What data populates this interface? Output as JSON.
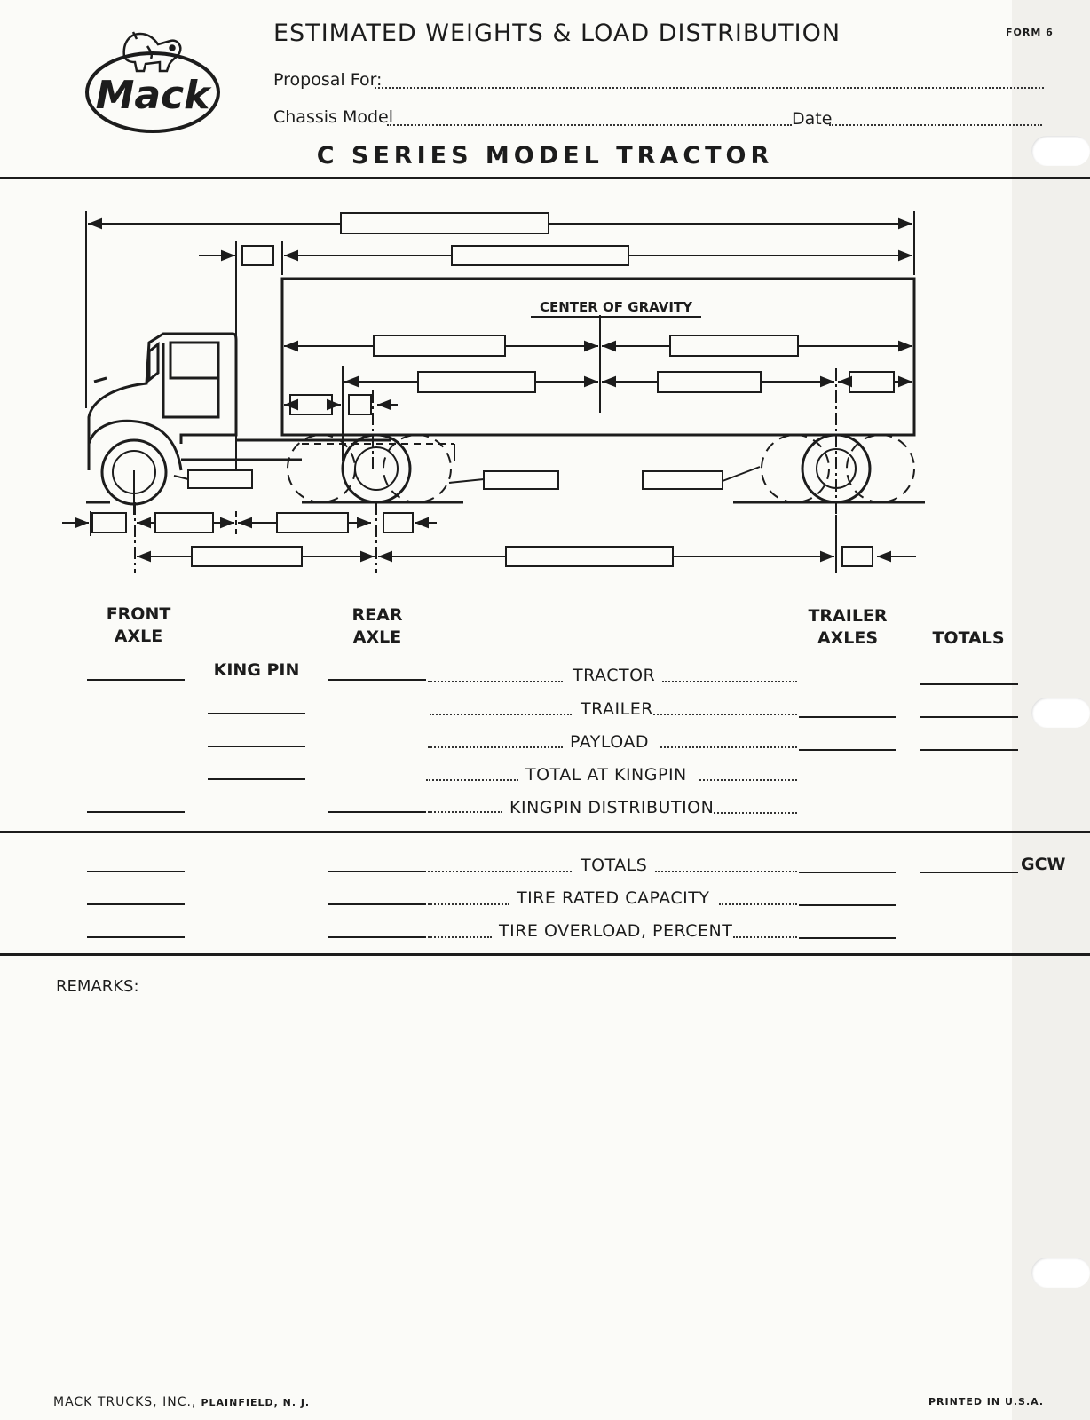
{
  "header": {
    "logo_text": "Mack",
    "title": "ESTIMATED WEIGHTS & LOAD DISTRIBUTION",
    "form_number": "FORM 6",
    "proposal_label": "Proposal For:",
    "chassis_label": "Chassis Model",
    "date_label": "Date"
  },
  "heading": "C SERIES MODEL TRACTOR",
  "diagram": {
    "cg_label": "CENTER OF GRAVITY"
  },
  "columns": {
    "front_axle": "FRONT\nAXLE",
    "king_pin": "KING PIN",
    "rear_axle": "REAR\nAXLE",
    "trailer_axles": "TRAILER\nAXLES",
    "totals": "TOTALS"
  },
  "rows": {
    "tractor": "TRACTOR",
    "trailer": "TRAILER",
    "payload": "PAYLOAD",
    "total_at_kingpin": "TOTAL AT KINGPIN",
    "kingpin_distribution": "KINGPIN DISTRIBUTION",
    "totals": "TOTALS",
    "gcw": "GCW",
    "tire_rated_capacity": "TIRE  RATED  CAPACITY",
    "tire_overload": "TIRE  OVERLOAD,  PERCENT"
  },
  "remarks_label": "REMARKS:",
  "footer": {
    "company": "MACK TRUCKS, INC.,",
    "location": "PLAINFIELD, N. J.",
    "printed": "PRINTED IN U.S.A."
  }
}
